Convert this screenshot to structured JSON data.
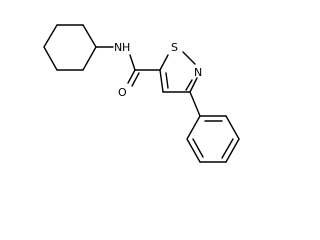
{
  "molecule": {
    "atoms": {
      "nh": {
        "symbol": "N",
        "hcount": "H"
      },
      "o": {
        "symbol": "O"
      },
      "s": {
        "symbol": "S"
      },
      "n": {
        "symbol": "N"
      }
    }
  }
}
